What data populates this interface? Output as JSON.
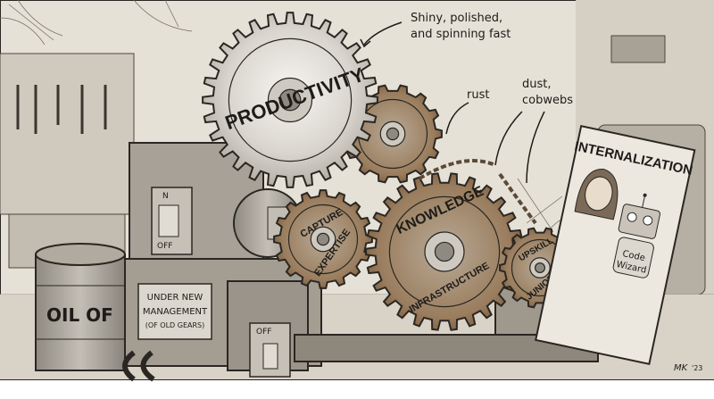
{
  "annotations": {
    "shiny": [
      "Shiny, polished,",
      "and spinning fast"
    ],
    "rust": "rust",
    "dust": [
      "dust,",
      "cobwebs"
    ]
  },
  "gears": {
    "productivity": "PRODUCTIVITY",
    "capture": [
      "CAPTURE",
      "EXPERTISE"
    ],
    "knowledge": [
      "KNOWLEDGE",
      "INFRASTRUCTURE"
    ],
    "upskill": [
      "UPSKILL",
      "JUNIORS"
    ]
  },
  "machine": {
    "switch_top": {
      "on": "N",
      "off": "OFF"
    },
    "switch_bottom": {
      "off": "OFF"
    },
    "plate": [
      "UNDER NEW",
      "MANAGEMENT",
      "(OF OLD GEARS)"
    ]
  },
  "barrel": "OIL OF",
  "poster": {
    "title": "INTERNALIZATION",
    "robot_caption": [
      "Code",
      "Wizard"
    ]
  },
  "signature": {
    "initials": "MK",
    "year": "'23"
  },
  "colors": {
    "paper": "#e9e4da",
    "ink": "#1e1c18",
    "steel": "#b9b3a8",
    "rust": "#8a5a32",
    "shine": "#f2efe9"
  }
}
